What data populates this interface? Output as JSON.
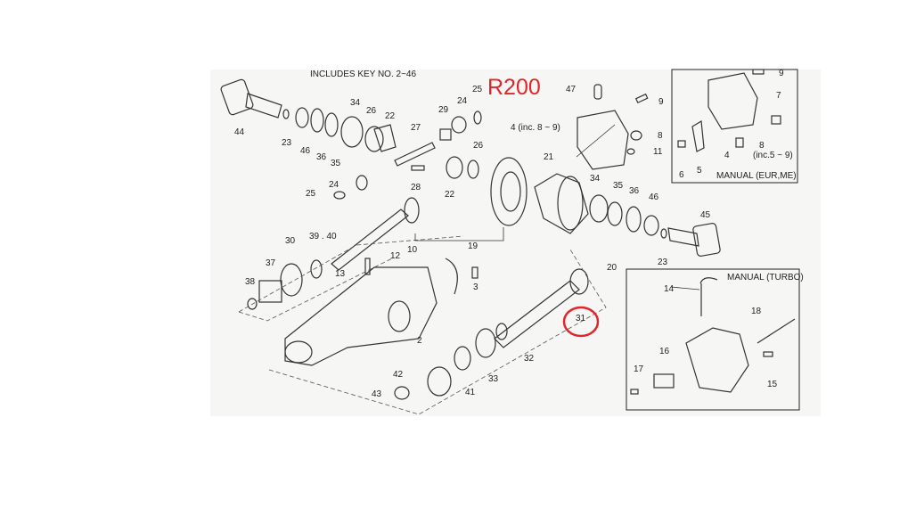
{
  "title": "R200",
  "header_note": "INCLUDES KEY NO. 2~46",
  "colors": {
    "title": "#e0262a",
    "highlight_circle": "#e0262a",
    "background": "#f6f6f4"
  },
  "highlighted_part": "31",
  "insets": {
    "eur_me": {
      "title": "MANUAL (EUR,ME)",
      "labels": [
        "9",
        "7",
        "8",
        "(inc.5 ~ 9)",
        "4",
        "5",
        "6"
      ]
    },
    "turbo": {
      "title": "MANUAL (TURBO)",
      "labels": [
        "14",
        "18",
        "16",
        "17",
        "15"
      ]
    }
  },
  "labels": [
    "44",
    "23",
    "46",
    "36",
    "35",
    "34",
    "26",
    "22",
    "27",
    "29",
    "24",
    "25",
    "28",
    "24",
    "25",
    "26",
    "22",
    "47",
    "9",
    "4 (inc. 8 ~ 9)",
    "8",
    "11",
    "21",
    "34",
    "35",
    "36",
    "46",
    "19",
    "20",
    "23",
    "45",
    "30",
    "39 . 40",
    "37",
    "38",
    "12",
    "10",
    "13",
    "3",
    "2",
    "31",
    "32",
    "33",
    "41",
    "42",
    "43"
  ]
}
